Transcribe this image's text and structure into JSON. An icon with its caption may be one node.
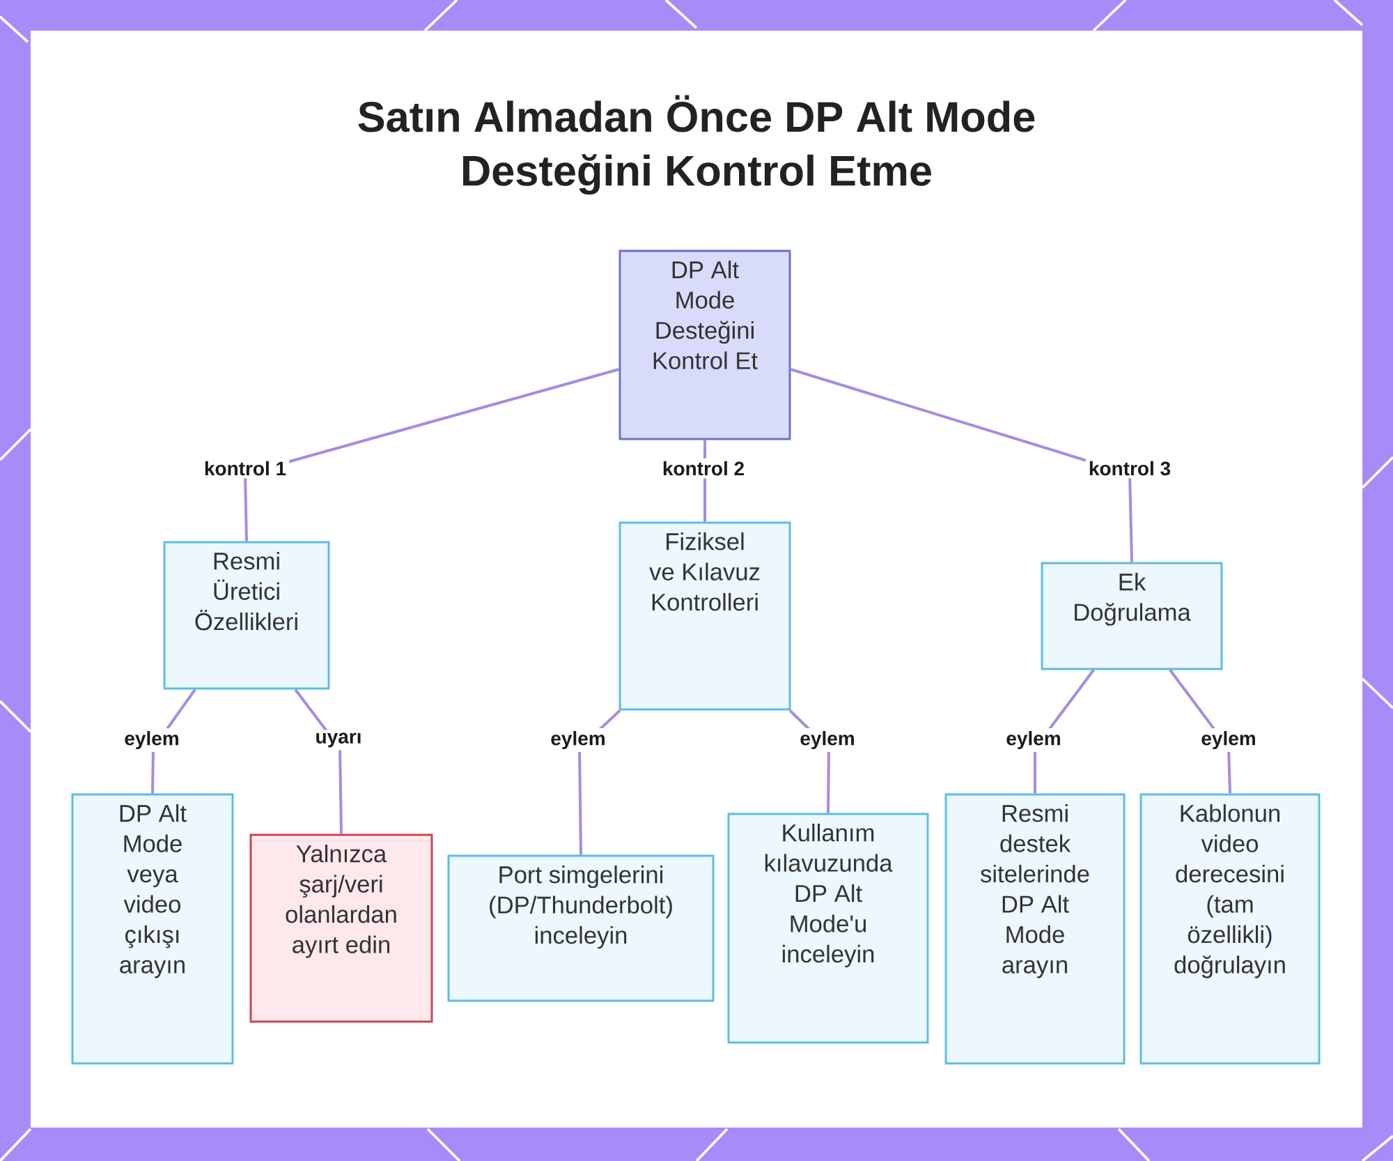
{
  "diagram": {
    "title": "Satın Almadan Önce DP Alt Mode Desteğini Kontrol Etme",
    "nodes": [
      {
        "text": [
          "DP Alt Mode Desteğini Kontrol Et"
        ]
      },
      {
        "text": [
          "Resmi Üretici Özellikleri"
        ]
      },
      {
        "text": [
          "Fiziksel ve Kılavuz Kontrolleri"
        ]
      },
      {
        "text": [
          "Ek Doğrulama"
        ]
      },
      {
        "text": [
          "DP Alt Mode veya video çıkışı arayın"
        ]
      },
      {
        "text": [
          "Yalnızca şarj/veri olanlardan ayırt edin"
        ]
      },
      {
        "text": [
          "Port simgelerini (DP/Thunderbolt) inceleyin"
        ]
      },
      {
        "text": [
          "Kullanım kılavuzunda DP Alt Mode'u inceleyin"
        ]
      },
      {
        "text": [
          "Resmi destek sitelerinde DP Alt Mode arayın"
        ]
      },
      {
        "text": [
          "Kablonun video derecesini (tam özellikli) doğrulayın"
        ]
      }
    ],
    "edges": [
      {
        "from": 0,
        "to": 1,
        "arrow": "none",
        "label": "kontrol 1"
      },
      {
        "from": 0,
        "to": 2,
        "arrow": "none",
        "label": "kontrol 2"
      },
      {
        "from": 0,
        "to": 3,
        "arrow": "none",
        "label": "kontrol 3"
      },
      {
        "from": 1,
        "to": 4,
        "arrow": "none",
        "label": "eylem"
      },
      {
        "from": 1,
        "to": 5,
        "arrow": "none",
        "label": "uyarı"
      },
      {
        "from": 2,
        "to": 6,
        "arrow": "none",
        "label": "eylem"
      },
      {
        "from": 2,
        "to": 7,
        "arrow": "none",
        "label": "eylem"
      },
      {
        "from": 3,
        "to": 8,
        "arrow": "none",
        "label": "eylem"
      },
      {
        "from": 3,
        "to": 9,
        "arrow": "none",
        "label": "eylem"
      }
    ]
  }
}
